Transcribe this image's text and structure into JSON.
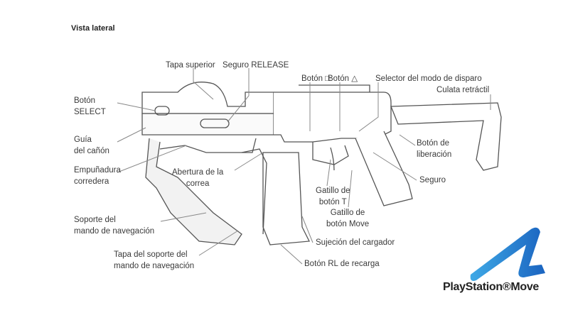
{
  "title": "Vista lateral",
  "labels": {
    "tapa_superior": "Tapa superior",
    "seguro_release": "Seguro RELEASE",
    "boton_cuadrado": "Botón □",
    "boton_triangulo": "Botón △",
    "selector": "Selector del modo de disparo",
    "culata": "Culata retráctil",
    "select": [
      "Botón",
      "SELECT"
    ],
    "guia": [
      "Guía",
      "del cañón"
    ],
    "empunadura": [
      "Empuñadura",
      "corredera"
    ],
    "abertura": [
      "Abertura de la",
      "correa"
    ],
    "liberacion": [
      "Botón de",
      "liberación"
    ],
    "seguro": "Seguro",
    "gatillo_t": [
      "Gatillo de",
      "botón T"
    ],
    "gatillo_move": [
      "Gatillo de",
      "botón Move"
    ],
    "soporte": [
      "Soporte del",
      "mando de navegación"
    ],
    "sujecion": "Sujeción del cargador",
    "tapa_soporte": [
      "Tapa del soporte del",
      "mando de navegación"
    ],
    "boton_rl": "Botón RL de recarga"
  },
  "logo": {
    "text": "PlayStation®Move",
    "colors": [
      "#3fa9e6",
      "#1b64c0"
    ]
  }
}
